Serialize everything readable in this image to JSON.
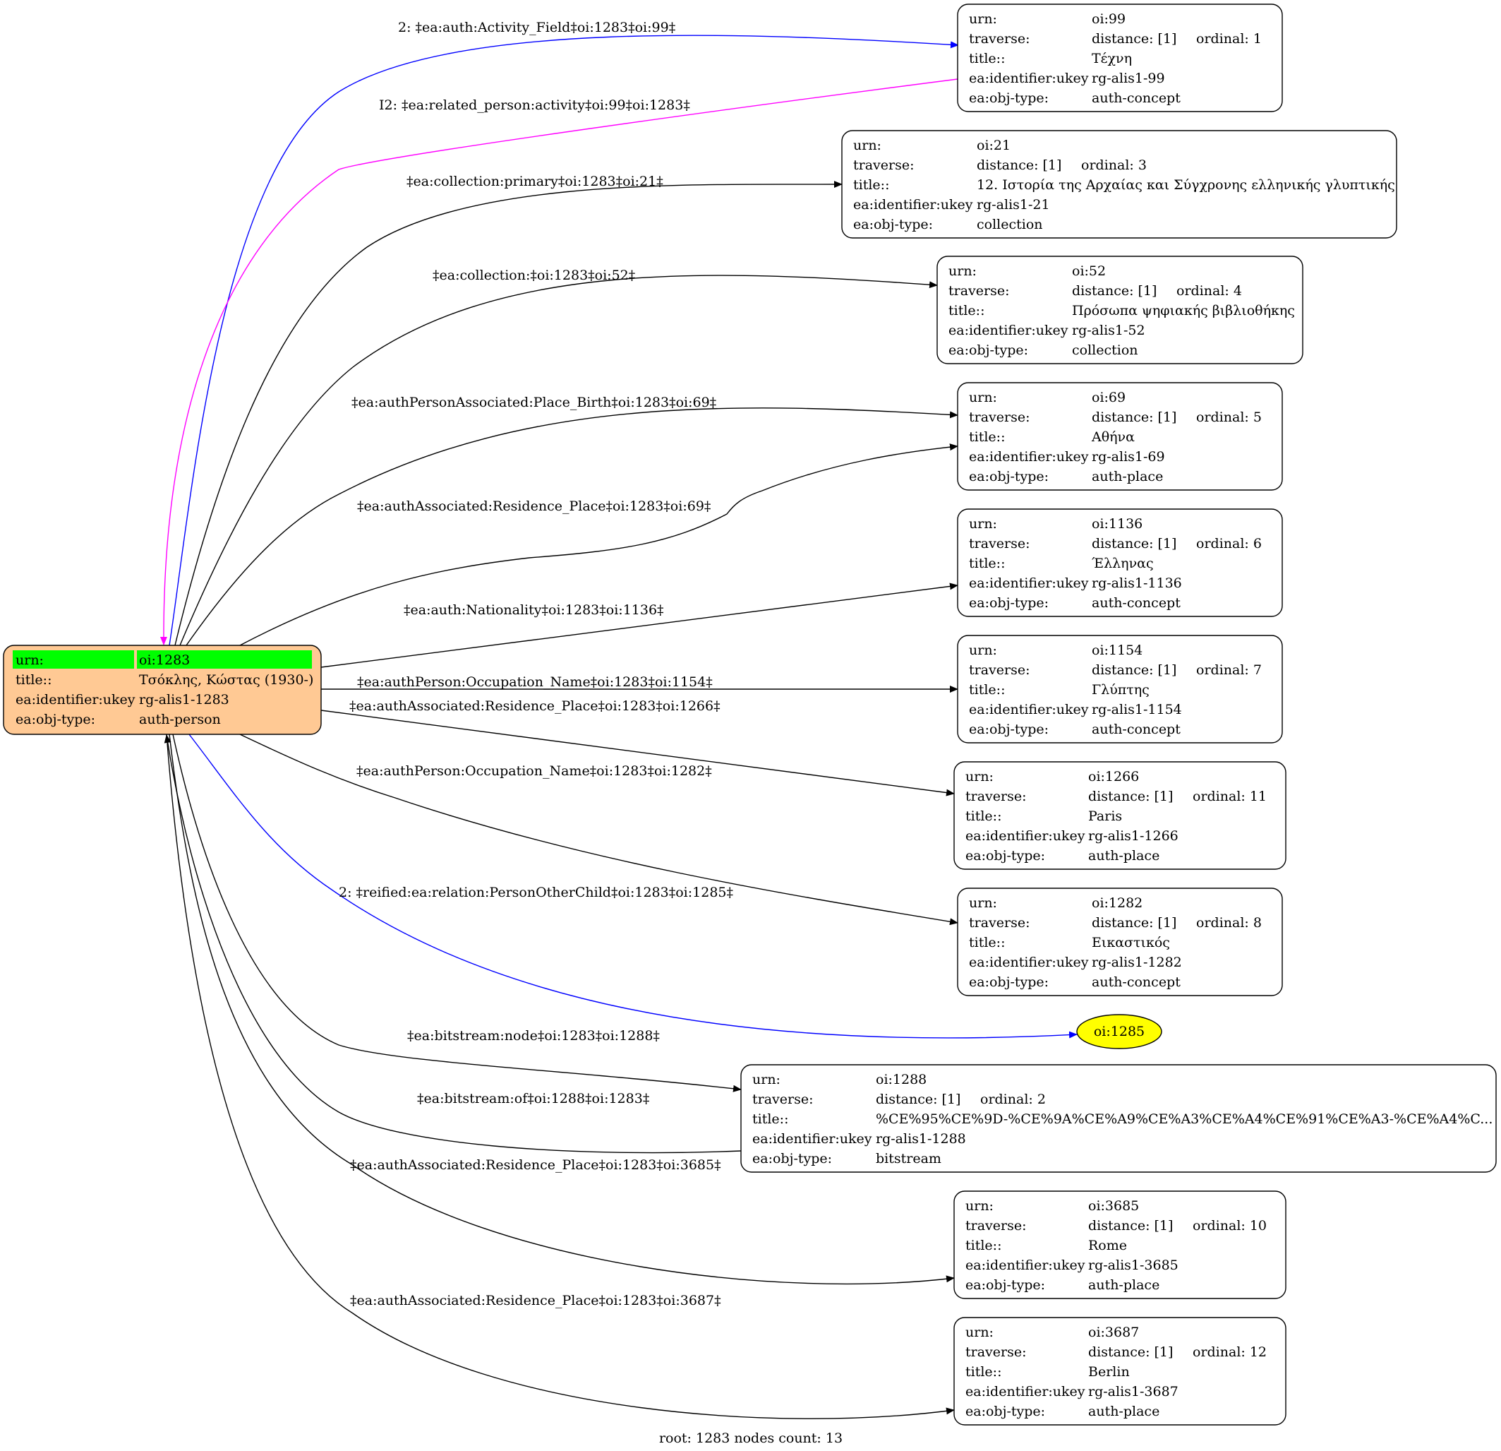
{
  "colors": {
    "black": "#000000",
    "blue": "#0000ff",
    "magenta": "#ff00ff",
    "root_fill": "#ffc994",
    "root_highlight": "#00ff00",
    "ellipse_fill": "#ffff00"
  },
  "root": {
    "id": "oi1283",
    "rows": [
      {
        "key": "urn:",
        "val": "oi:1283"
      },
      {
        "key": "title::",
        "val": "Τσόκλης, Κώστας (1930-)"
      },
      {
        "key": "ea:identifier:ukey",
        "val": "rg-alis1-1283"
      },
      {
        "key": "ea:obj-type:",
        "val": "auth-person"
      }
    ]
  },
  "nodes": [
    {
      "id": "oi99",
      "urn": "oi:99",
      "distance": "distance: [1]",
      "ordinal": "ordinal: 1",
      "title": "Τέχνη",
      "ukey": "rg-alis1-99",
      "objtype": "auth-concept"
    },
    {
      "id": "oi21",
      "urn": "oi:21",
      "distance": "distance: [1]",
      "ordinal": "ordinal: 3",
      "title": "12. Ιστορία της Αρχαίας και Σύγχρονης ελληνικής γλυπτικής",
      "ukey": "rg-alis1-21",
      "objtype": "collection"
    },
    {
      "id": "oi52",
      "urn": "oi:52",
      "distance": "distance: [1]",
      "ordinal": "ordinal: 4",
      "title": "Πρόσωπα ψηφιακής βιβλιοθήκης",
      "ukey": "rg-alis1-52",
      "objtype": "collection"
    },
    {
      "id": "oi69",
      "urn": "oi:69",
      "distance": "distance: [1]",
      "ordinal": "ordinal: 5",
      "title": "Αθήνα",
      "ukey": "rg-alis1-69",
      "objtype": "auth-place"
    },
    {
      "id": "oi1136",
      "urn": "oi:1136",
      "distance": "distance: [1]",
      "ordinal": "ordinal: 6",
      "title": "Έλληνας",
      "ukey": "rg-alis1-1136",
      "objtype": "auth-concept"
    },
    {
      "id": "oi1154",
      "urn": "oi:1154",
      "distance": "distance: [1]",
      "ordinal": "ordinal: 7",
      "title": "Γλύπτης",
      "ukey": "rg-alis1-1154",
      "objtype": "auth-concept"
    },
    {
      "id": "oi1266",
      "urn": "oi:1266",
      "distance": "distance: [1]",
      "ordinal": "ordinal: 11",
      "title": "Paris",
      "ukey": "rg-alis1-1266",
      "objtype": "auth-place"
    },
    {
      "id": "oi1282",
      "urn": "oi:1282",
      "distance": "distance: [1]",
      "ordinal": "ordinal: 8",
      "title": "Εικαστικός",
      "ukey": "rg-alis1-1282",
      "objtype": "auth-concept"
    },
    {
      "id": "oi1288",
      "urn": "oi:1288",
      "distance": "distance: [1]",
      "ordinal": "ordinal: 2",
      "title": "%CE%95%CE%9D-%CE%9A%CE%A9%CE%A3%CE%A4%CE%91%CE%A3-%CE%A4%C...",
      "ukey": "rg-alis1-1288",
      "objtype": "bitstream"
    },
    {
      "id": "oi3685",
      "urn": "oi:3685",
      "distance": "distance: [1]",
      "ordinal": "ordinal: 10",
      "title": "Rome",
      "ukey": "rg-alis1-3685",
      "objtype": "auth-place"
    },
    {
      "id": "oi3687",
      "urn": "oi:3687",
      "distance": "distance: [1]",
      "ordinal": "ordinal: 12",
      "title": "Berlin",
      "ukey": "rg-alis1-3687",
      "objtype": "auth-place"
    }
  ],
  "row_keys": {
    "urn": "urn:",
    "traverse": "traverse:",
    "title": "title::",
    "ukey": "ea:identifier:ukey",
    "objtype": "ea:obj-type:"
  },
  "ellipse": {
    "id": "oi1285",
    "label": "oi:1285"
  },
  "edges": [
    {
      "id": "e99",
      "label": "2: ‡ea:auth:Activity_Field‡oi:1283‡oi:99‡",
      "color": "#0000ff"
    },
    {
      "id": "e99r",
      "label": "I2: ‡ea:related_person:activity‡oi:99‡oi:1283‡",
      "color": "#ff00ff"
    },
    {
      "id": "e21",
      "label": "‡ea:collection:primary‡oi:1283‡oi:21‡",
      "color": "#000000"
    },
    {
      "id": "e52",
      "label": "‡ea:collection:‡oi:1283‡oi:52‡",
      "color": "#000000"
    },
    {
      "id": "e69a",
      "label": "‡ea:authPersonAssociated:Place_Birth‡oi:1283‡oi:69‡",
      "color": "#000000"
    },
    {
      "id": "e69b",
      "label": "‡ea:authAssociated:Residence_Place‡oi:1283‡oi:69‡",
      "color": "#000000"
    },
    {
      "id": "e1136",
      "label": "‡ea:auth:Nationality‡oi:1283‡oi:1136‡",
      "color": "#000000"
    },
    {
      "id": "e1154",
      "label": "‡ea:authPerson:Occupation_Name‡oi:1283‡oi:1154‡",
      "color": "#000000"
    },
    {
      "id": "e1266",
      "label": "‡ea:authAssociated:Residence_Place‡oi:1283‡oi:1266‡",
      "color": "#000000"
    },
    {
      "id": "e1282",
      "label": "‡ea:authPerson:Occupation_Name‡oi:1283‡oi:1282‡",
      "color": "#000000"
    },
    {
      "id": "e1285",
      "label": "2: ‡reified:ea:relation:PersonOtherChild‡oi:1283‡oi:1285‡",
      "color": "#0000ff"
    },
    {
      "id": "e1288",
      "label": "‡ea:bitstream:node‡oi:1283‡oi:1288‡",
      "color": "#000000"
    },
    {
      "id": "e1288r",
      "label": "‡ea:bitstream:of‡oi:1288‡oi:1283‡",
      "color": "#000000"
    },
    {
      "id": "e3685",
      "label": "‡ea:authAssociated:Residence_Place‡oi:1283‡oi:3685‡",
      "color": "#000000"
    },
    {
      "id": "e3687",
      "label": "‡ea:authAssociated:Residence_Place‡oi:1283‡oi:3687‡",
      "color": "#000000"
    }
  ],
  "caption": "root: 1283 nodes count: 13"
}
